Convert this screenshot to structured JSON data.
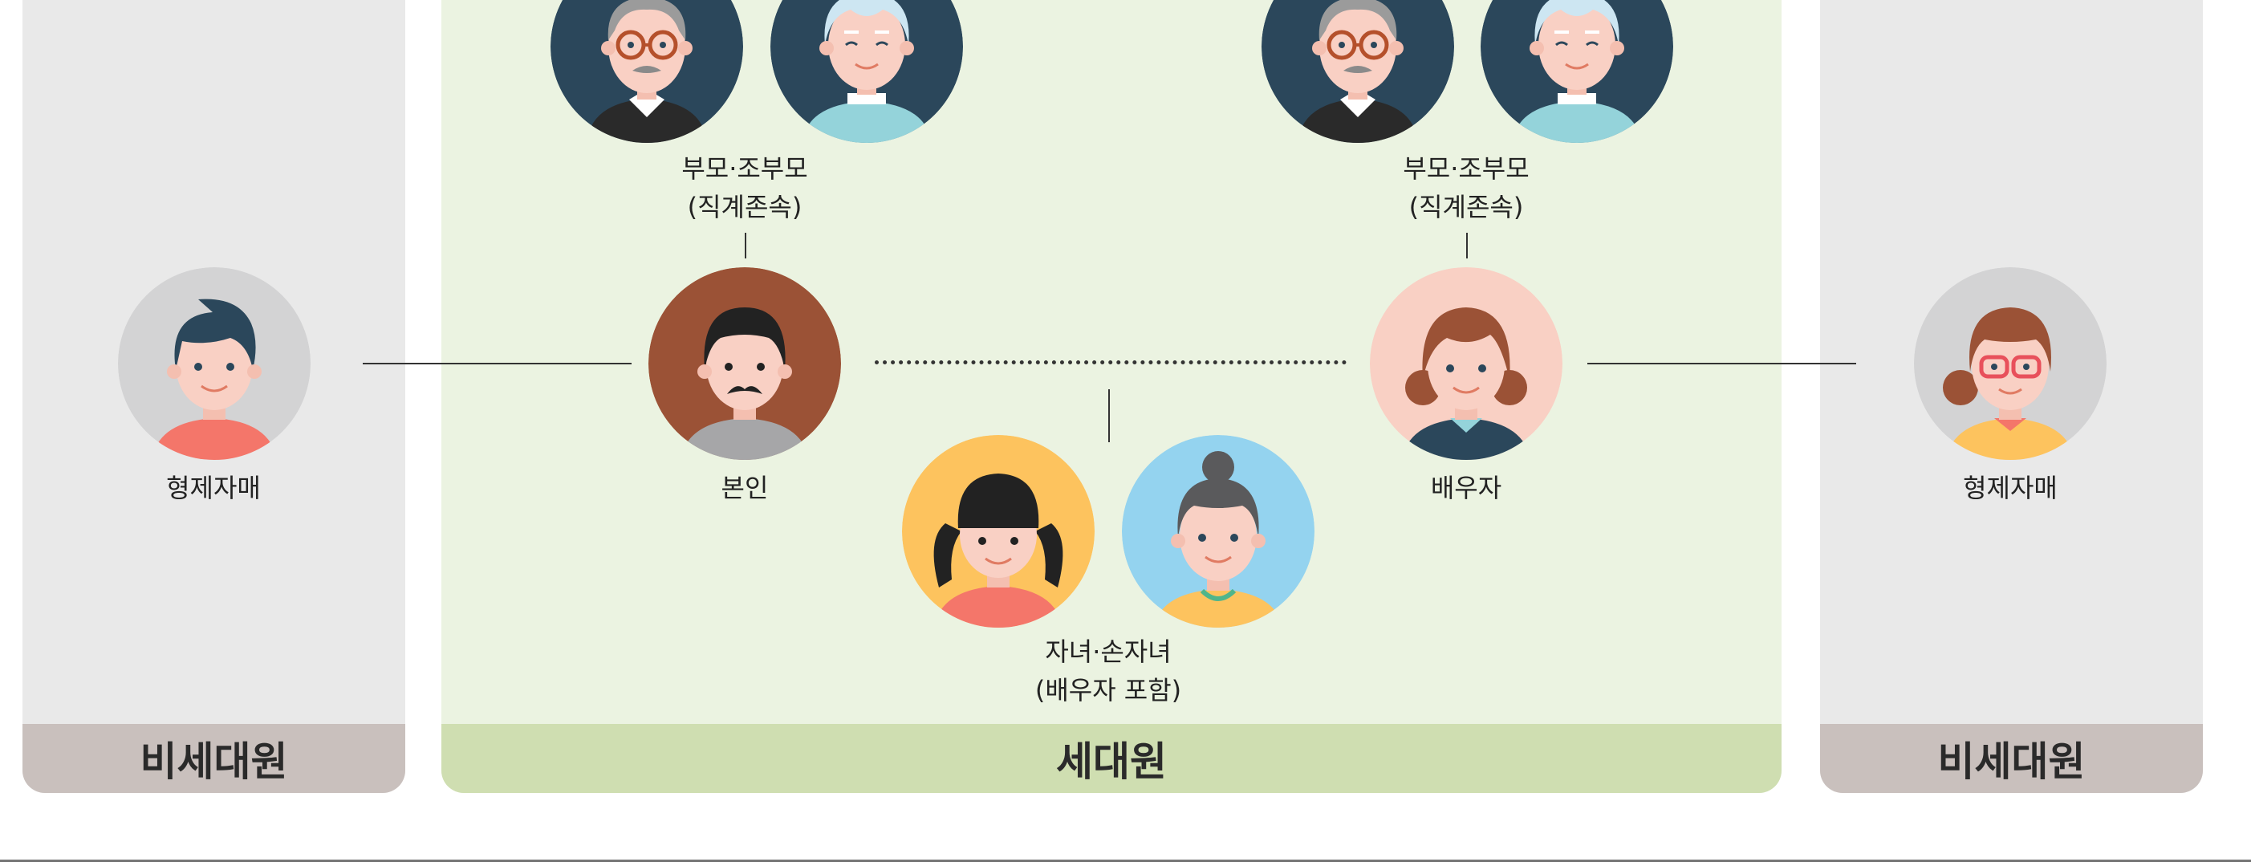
{
  "labels": {
    "parents_left_line1": "부모·조부모",
    "parents_left_line2": "(직계존속)",
    "parents_right_line1": "부모·조부모",
    "parents_right_line2": "(직계존속)",
    "sibling_left": "형제자매",
    "sibling_right": "형제자매",
    "self": "본인",
    "spouse": "배우자",
    "children_line1": "자녀·손자녀",
    "children_line2": "(배우자 포함)"
  },
  "panels": {
    "left_title": "비세대원",
    "middle_title": "세대원",
    "right_title": "비세대원"
  },
  "colors": {
    "panel_gray": "#e9e9e9",
    "panel_green": "#ebf3e1",
    "footer_gray": "#c9c0bd",
    "footer_green": "#cfdeb1",
    "navy": "#2b475b",
    "brown": "#9b5236",
    "peach": "#f9d0c4",
    "yellow": "#fdc35e",
    "sky": "#94d3ef",
    "circle_gray": "#d3d3d4"
  },
  "icons": {
    "grandfather": "grandfather-avatar-icon",
    "grandmother": "grandmother-avatar-icon",
    "self": "man-mustache-avatar-icon",
    "spouse": "woman-avatar-icon",
    "sibling_left": "boy-avatar-icon",
    "sibling_right": "girl-glasses-avatar-icon",
    "child_girl": "girl-pigtails-avatar-icon",
    "child_boy": "boy-bun-avatar-icon"
  }
}
